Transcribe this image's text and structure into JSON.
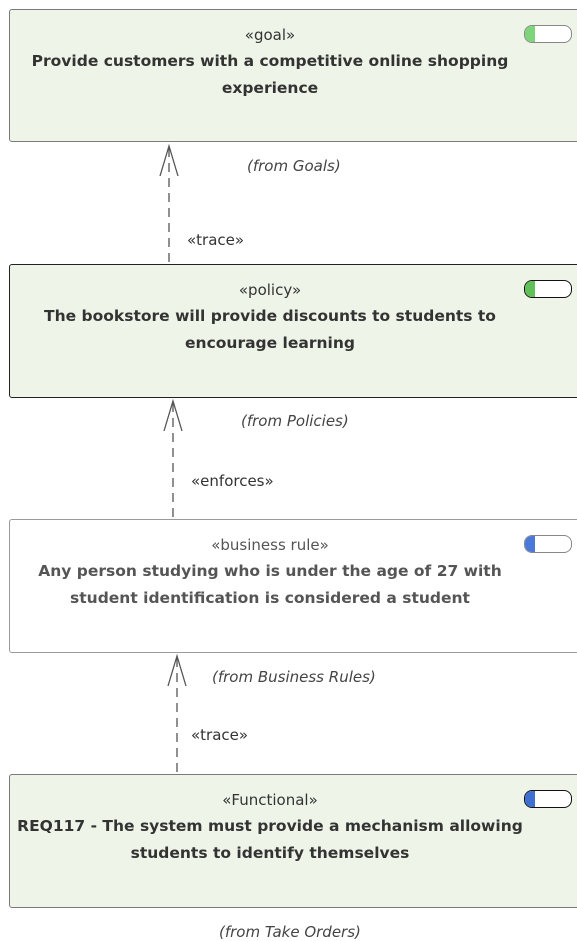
{
  "elements": {
    "goal": {
      "stereotype": "«goal»",
      "text_line1": "Provide customers with a competitive online shopping",
      "text_line2": "experience",
      "origin": "(from Goals)",
      "status_color": "#7ed47a"
    },
    "policy": {
      "stereotype": "«policy»",
      "text_line1": "The bookstore will provide discounts to students to",
      "text_line2": "encourage learning",
      "origin": "(from Policies)",
      "status_color": "#5fbf58"
    },
    "business_rule": {
      "stereotype": "«business rule»",
      "text_line1": "Any person studying who is under the age of 27 with",
      "text_line2": "student identification is considered a student",
      "origin": "(from Business Rules)",
      "status_color": "#4a78d8"
    },
    "functional": {
      "stereotype": "«Functional»",
      "text_line1": "REQ117 - The system must provide a mechanism allowing",
      "text_line2": "students to identify themselves",
      "origin": "(from Take Orders)",
      "status_color": "#3f6fd0"
    }
  },
  "connectors": {
    "goal_policy": "«trace»",
    "policy_rule": "«enforces»",
    "rule_functional": "«trace»"
  }
}
